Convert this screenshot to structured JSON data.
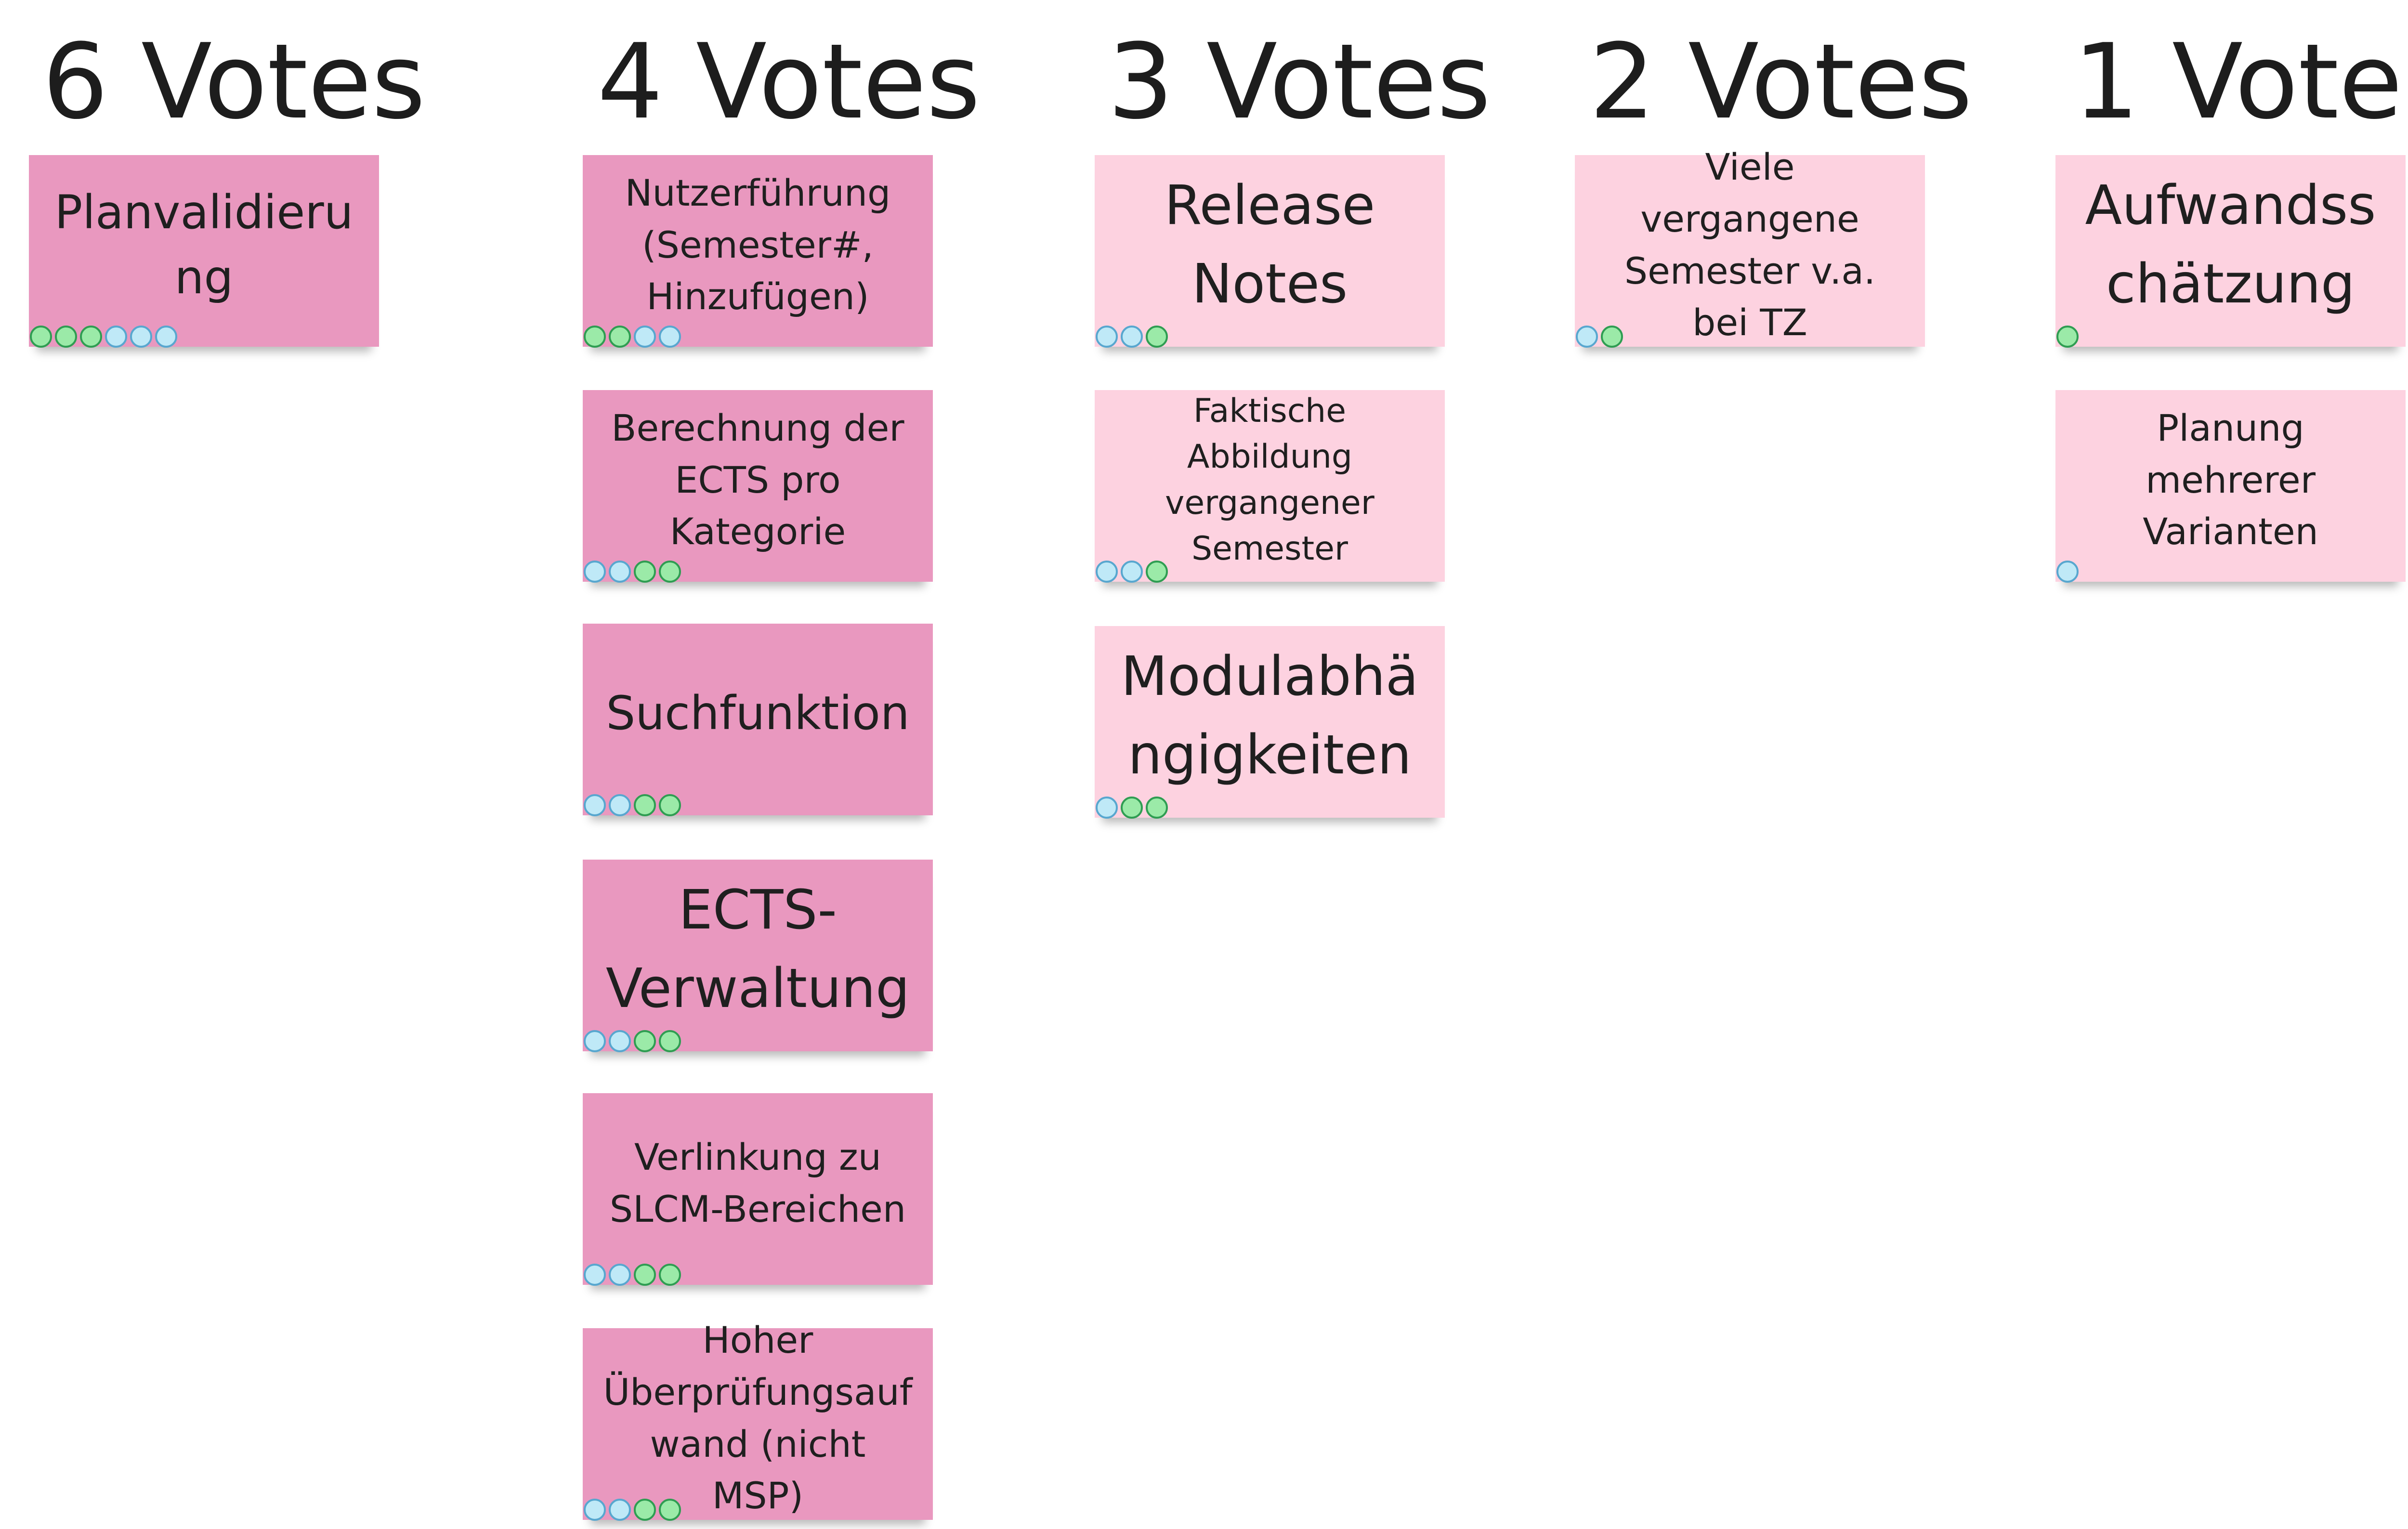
{
  "colors": {
    "note_dark": "#e998bf",
    "note_light": "#fdd2e0",
    "dot_green": "#9beaa8",
    "dot_blue": "#bfe9f7"
  },
  "columns": [
    {
      "heading": "6 Votes",
      "notes": [
        {
          "text": "Planvalidierung",
          "votes": [
            "green",
            "green",
            "green",
            "blue",
            "blue",
            "blue"
          ]
        }
      ]
    },
    {
      "heading": "4 Votes",
      "notes": [
        {
          "text": "Nutzerführung (Semester#, Hinzufügen)",
          "votes": [
            "green",
            "green",
            "blue",
            "blue"
          ]
        },
        {
          "text": "Berechnung der ECTS pro Kategorie",
          "votes": [
            "blue",
            "blue",
            "green",
            "green"
          ]
        },
        {
          "text": "Suchfunktion",
          "votes": [
            "blue",
            "blue",
            "green",
            "green"
          ]
        },
        {
          "text": "ECTS-Verwaltung",
          "votes": [
            "blue",
            "blue",
            "green",
            "green"
          ]
        },
        {
          "text": "Verlinkung zu SLCM-Bereichen",
          "votes": [
            "blue",
            "blue",
            "green",
            "green"
          ]
        },
        {
          "text": "Hoher Überprüfungsaufwand (nicht MSP)",
          "votes": [
            "blue",
            "blue",
            "green",
            "green"
          ]
        }
      ]
    },
    {
      "heading": "3 Votes",
      "notes": [
        {
          "text": "Release Notes",
          "votes": [
            "blue",
            "blue",
            "green"
          ]
        },
        {
          "text": "Faktische Abbildung vergangener Semester",
          "votes": [
            "blue",
            "blue",
            "green"
          ]
        },
        {
          "text": "Modulabhängigkeiten",
          "votes": [
            "blue",
            "green",
            "green"
          ]
        }
      ]
    },
    {
      "heading": "2 Votes",
      "notes": [
        {
          "text": "Viele vergangene Semester v.a. bei TZ",
          "votes": [
            "blue",
            "green"
          ]
        }
      ]
    },
    {
      "heading": "1 Vote",
      "notes": [
        {
          "text": "Aufwandsschätzung",
          "votes": [
            "green"
          ]
        },
        {
          "text": "Planung mehrerer Varianten",
          "votes": [
            "blue"
          ]
        }
      ]
    }
  ]
}
